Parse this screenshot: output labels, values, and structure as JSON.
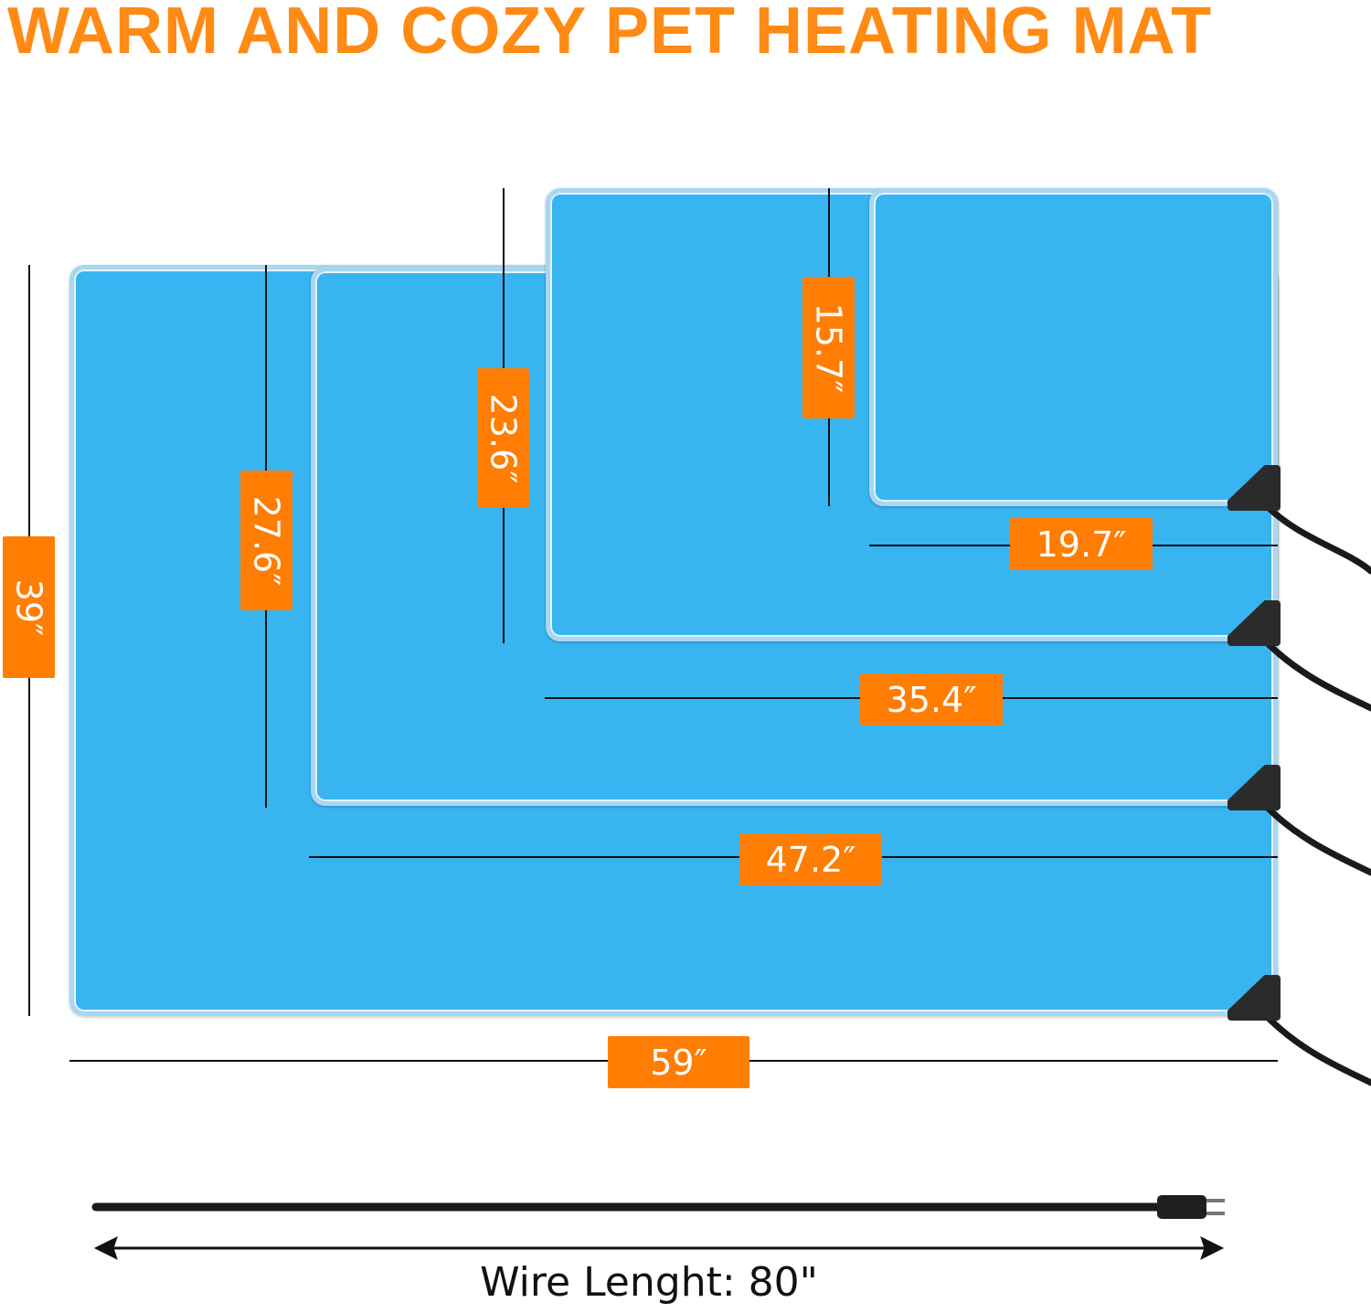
{
  "title": "WARM AND COZY PET HEATING MAT",
  "colors": {
    "title": "#ff8a14",
    "badge": "#fe7d02",
    "mat": "#38b4f1",
    "mat_border": "#a9d7f2",
    "plug": "#2b2b2b",
    "cable": "#1a1a1a"
  },
  "mats": [
    {
      "name": "large",
      "width_label": "59″",
      "height_label": "39″"
    },
    {
      "name": "medium",
      "width_label": "47.2″",
      "height_label": "27.6″"
    },
    {
      "name": "small",
      "width_label": "35.4″",
      "height_label": "23.6″"
    },
    {
      "name": "extra-small",
      "width_label": "19.7″",
      "height_label": "15.7″"
    }
  ],
  "wire": {
    "label": "Wire Lenght: 80\""
  }
}
